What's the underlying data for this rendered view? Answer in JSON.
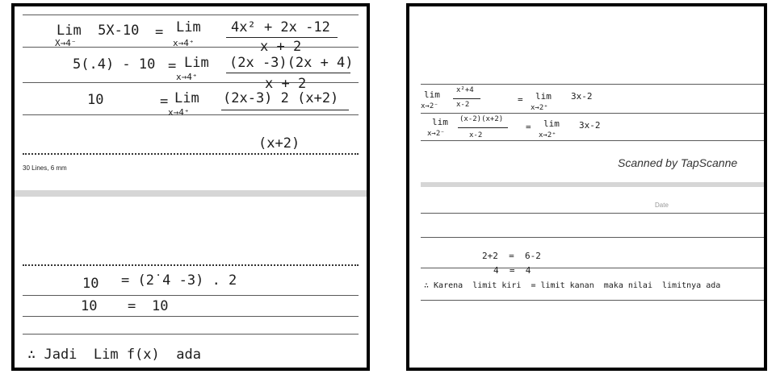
{
  "left": {
    "top": {
      "r1_lhs_top": "Lim  5X-10",
      "r1_lhs_sub": "X→4⁻",
      "r1_eq": "=",
      "r1_lim": "Lim",
      "r1_lim_sub": "x→4⁺",
      "r1_num": "4x² + 2x -12",
      "r1_den": "x + 2",
      "r2_lhs": "5(.4) - 10",
      "r2_eq": "=",
      "r2_lim": "Lim",
      "r2_lim_sub": "x→4⁺",
      "r2_num": "(2x -3)(2x + 4)",
      "r2_den": "x + 2",
      "r3_lhs": "10",
      "r3_eq": "=",
      "r3_lim": "Lim",
      "r3_lim_sub": "x→4⁺",
      "r3_num": "(2x-3) 2 (x+2)",
      "r3_den": "(x+2)",
      "paper_label": "30 Lines, 6 mm"
    },
    "bottom": {
      "b1_lhs": "10",
      "b1_rhs": "= (2˙4 -3) . 2",
      "b2_lhs": "10",
      "b2_eq": "=",
      "b2_rhs": "10",
      "b3": "∴ Jadi  Lim f(x)  ada"
    }
  },
  "right": {
    "top": {
      "r1_lim": "lim",
      "r1_sub": "x→2⁻",
      "r1_num": "x²+4",
      "r1_den": "x-2",
      "r1_eq": "=",
      "r1_rlim": "lim",
      "r1_rsub": "x→2⁺",
      "r1_rhs": "3x-2",
      "r2_lim": "lim",
      "r2_sub": "x→2⁻",
      "r2_num": "(x-2)(x+2)",
      "r2_den": "x-2",
      "r2_eq": "=",
      "r2_rlim": "lim",
      "r2_rsub": "x→2⁺",
      "r2_rhs": "3x-2",
      "scanned": "Scanned by TapScanne"
    },
    "bottom": {
      "date_label": "Date",
      "b1": "2+2  =  6-2",
      "b2": "4  =  4",
      "b3": "∴ Karena  limit kiri  = limit kanan  maka nilai  limitnya ada"
    }
  }
}
